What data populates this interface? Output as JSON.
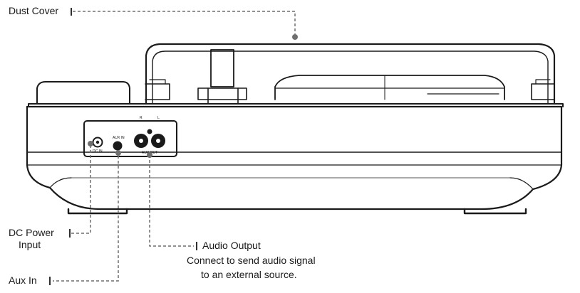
{
  "callouts": {
    "dust_cover": "Dust Cover",
    "dc_power_line1": "DC Power",
    "dc_power_line2": "Input",
    "aux_in": "Aux In",
    "audio_output": "Audio Output",
    "audio_output_desc_line1": "Connect to send audio signal",
    "audio_output_desc_line2": "to an external source."
  },
  "panel_labels": {
    "dc_in": "DC IN",
    "aux_in": "AUX IN",
    "aux_out": "AUX OUT",
    "right": "R",
    "left": "L"
  }
}
